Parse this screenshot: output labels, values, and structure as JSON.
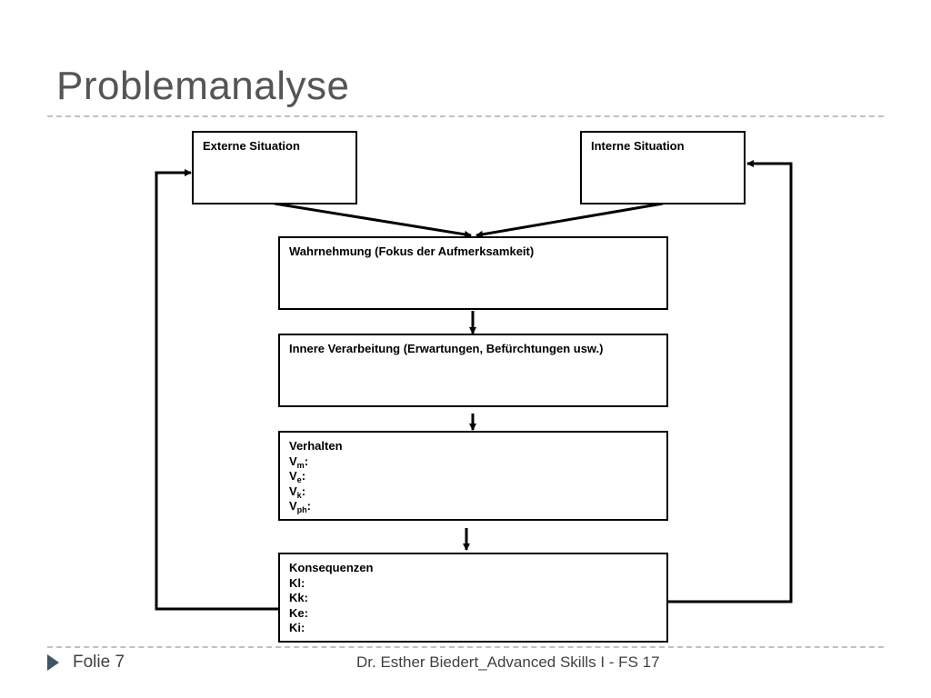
{
  "slide": {
    "title": "Problemanalyse",
    "footer_left": "Folie 7",
    "footer_right": "Dr. Esther Biedert_Advanced Skills I - FS 17"
  },
  "diagram": {
    "external": {
      "label": "Externe Situation"
    },
    "internal": {
      "label": "Interne Situation"
    },
    "perception": {
      "label": "Wahrnehmung (Fokus der Aufmerksamkeit)"
    },
    "processing": {
      "label": "Innere Verarbeitung (Erwartungen, Befürchtungen usw.)"
    },
    "behavior": {
      "label": "Verhalten",
      "lines": [
        {
          "main": "V",
          "sub": "m",
          "suffix": ":"
        },
        {
          "main": "V",
          "sub": "e",
          "suffix": ":"
        },
        {
          "main": "V",
          "sub": "k",
          "suffix": ":"
        },
        {
          "main": "V",
          "sub": "ph",
          "suffix": ":"
        }
      ]
    },
    "consequences": {
      "label": "Konsequenzen",
      "lines": [
        "Kl:",
        "Kk:",
        "Ke:",
        "Ki:"
      ]
    }
  }
}
